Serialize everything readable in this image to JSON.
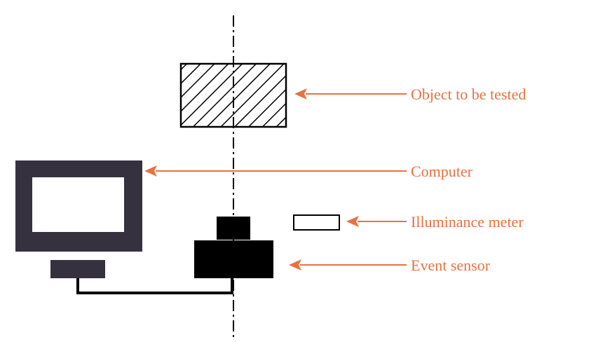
{
  "labels": {
    "object": "Object to be tested",
    "computer": "Computer",
    "illuminance_meter": "Illuminance meter",
    "event_sensor": "Event sensor"
  },
  "colors": {
    "label": "#e8723f",
    "arrow": "#e8723f",
    "computer_frame": "#35313f",
    "computer_stand": "#35313f",
    "sensor": "#000000",
    "cable": "#000000",
    "hatch": "#000000"
  }
}
